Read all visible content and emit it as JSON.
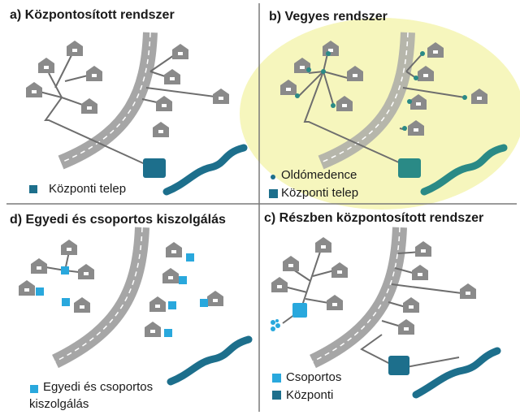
{
  "panels": {
    "a": {
      "title": "a) Központosított rendszer",
      "legend": [
        "Központi telep"
      ]
    },
    "b": {
      "title": "b) Vegyes rendszer",
      "legend": [
        "Oldómedence",
        "Központi telep"
      ]
    },
    "d": {
      "title": "d) Egyedi és csoportos kiszolgálás",
      "legend": [
        "Egyedi és csoportos",
        "kiszolgálás"
      ]
    },
    "c": {
      "title": "c) Részben központosított rendszer",
      "legend": [
        "Csoportos",
        "Központi"
      ]
    }
  },
  "colors": {
    "house": "#8a8a8a",
    "road": "#a6a6a6",
    "river": "#1d6f8c",
    "central_plant": "#1d6f8c",
    "group_unit": "#29a8dd",
    "septic_dot": "#2a8a86",
    "highlight": "#f6f6bd",
    "pipe": "#6e6e6e",
    "divider": "#7a7a7a"
  }
}
